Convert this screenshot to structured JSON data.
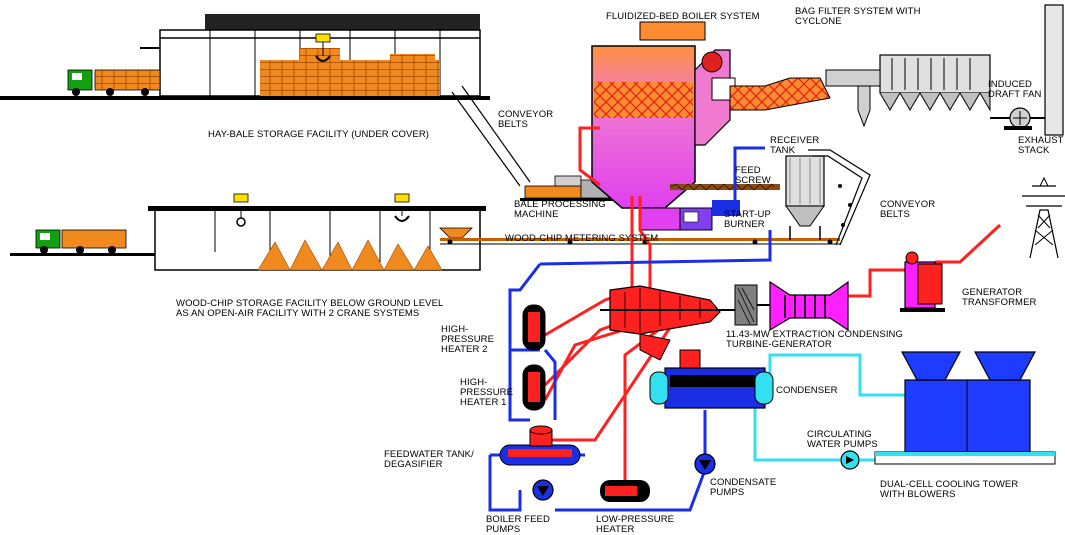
{
  "labels": {
    "fluidized_bed": "FLUIDIZED-BED BOILER SYSTEM",
    "bag_filter": "BAG FILTER SYSTEM WITH\nCYCLONE",
    "induced_draft_fan": "INDUCED\nDRAFT FAN",
    "exhaust_stack": "EXHAUST\nSTACK",
    "conveyor_belts_top": "CONVEYOR\nBELTS",
    "hay_bale_storage": "HAY-BALE STORAGE FACILITY (UNDER COVER)",
    "receiver_tank": "RECEIVER\nTANK",
    "feed_screw": "FEED\nSCREW",
    "bale_processing": "BALE PROCESSING\nMACHINE",
    "start_up_burner": "START-UP\nBURNER",
    "conveyor_belts_right": "CONVEYOR\nBELTS",
    "wood_chip_metering": "WOOD-CHIP METERING SYSTEM",
    "wood_chip_storage": "WOOD-CHIP STORAGE FACILITY BELOW GROUND LEVEL\nAS AN OPEN-AIR FACILITY WITH 2 CRANE SYSTEMS",
    "generator_transformer": "GENERATOR\nTRANSFORMER",
    "hp_heater_2": "HIGH-\nPRESSURE\nHEATER 2",
    "turbine_generator": "11.43-MW EXTRACTION CONDENSING\nTURBINE-GENERATOR",
    "hp_heater_1": "HIGH-\nPRESSURE\nHEATER 1",
    "condenser": "CONDENSER",
    "circulating_pumps": "CIRCULATING\nWATER PUMPS",
    "feedwater_tank": "FEEDWATER TANK/\nDEGASIFIER",
    "condensate_pumps": "CONDENSATE\nPUMPS",
    "cooling_tower": "DUAL-CELL COOLING TOWER\nWITH BLOWERS",
    "boiler_feed_pumps": "BOILER FEED\nPUMPS",
    "lp_heater": "LOW-PRESSURE\nHEATER"
  },
  "colors": {
    "steam": "#ff2020",
    "feedwater": "#1a2ee6",
    "cooling_water": "#33e0f0",
    "boiler_pink": "#f060f0",
    "fire_orange": "#ff8c30",
    "bale_orange": "#f08a1e",
    "tower_blue": "#1e3cff",
    "generator_magenta": "#ff20ff",
    "truck_green": "#10a010",
    "crane_yellow": "#ffe000"
  }
}
